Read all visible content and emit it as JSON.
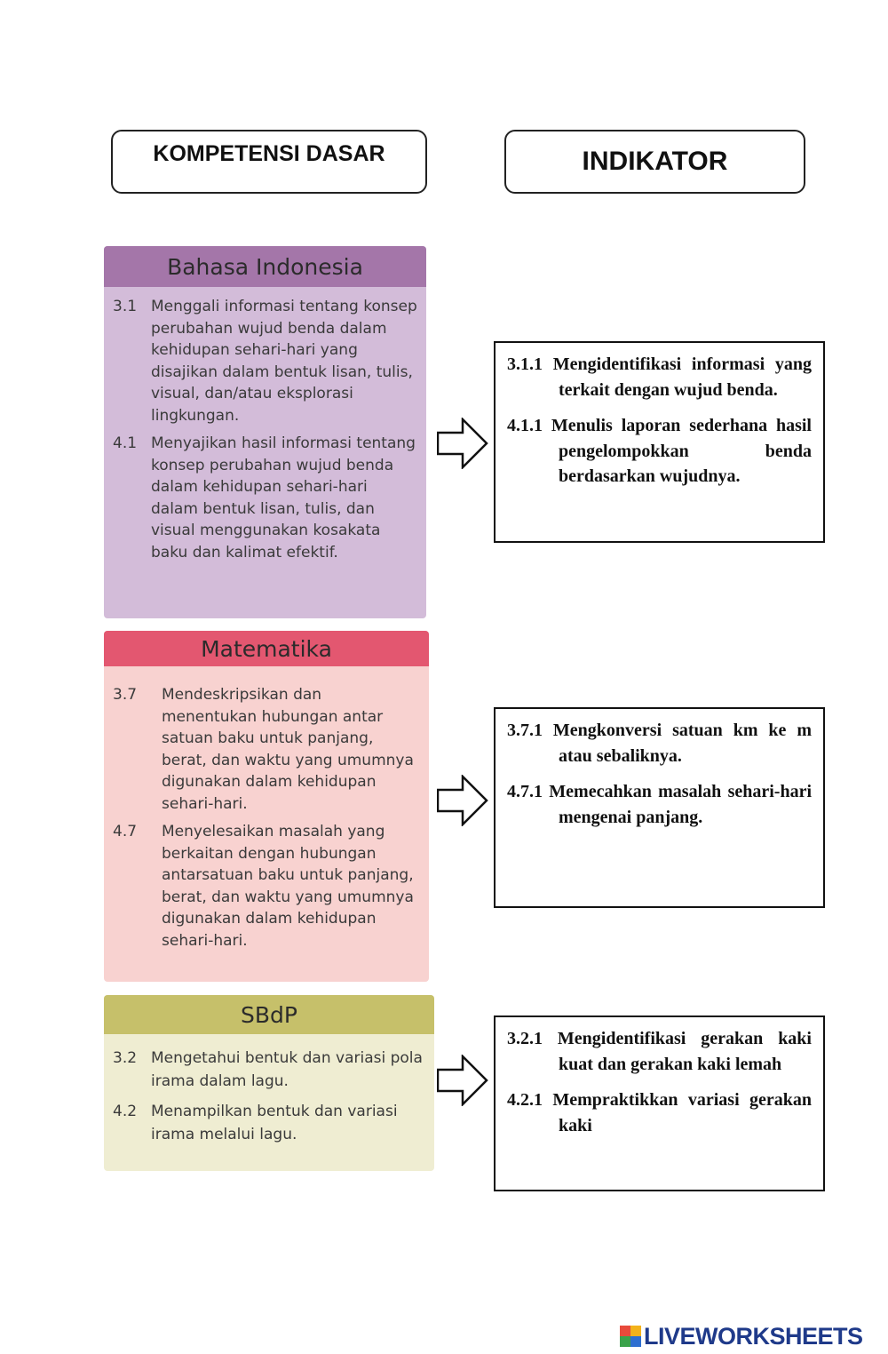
{
  "headers": {
    "kompetensi_dasar": "KOMPETENSI DASAR",
    "indikator": "INDIKATOR"
  },
  "subjects": [
    {
      "title": "Bahasa Indonesia",
      "color": "#a476a9",
      "items": [
        {
          "num": "3.1",
          "text": "Menggali informasi tentang konsep perubahan wujud benda dalam kehidupan sehari-hari yang disajikan dalam bentuk lisan, tulis, visual, dan/atau eksplorasi lingkungan."
        },
        {
          "num": "4.1",
          "text": "Menyajikan hasil informasi tentang konsep perubahan wujud benda dalam kehidupan sehari-hari dalam bentuk lisan, tulis, dan visual menggunakan kosakata baku dan kalimat efektif."
        }
      ]
    },
    {
      "title": "Matematika",
      "color": "#e35770",
      "items": [
        {
          "num": "3.7",
          "text": "Mendeskripsikan dan menentukan hubungan antar satuan baku untuk panjang, berat, dan waktu yang umumnya digunakan dalam kehidupan sehari-hari."
        },
        {
          "num": "4.7",
          "text": "Menyelesaikan masalah yang berkaitan dengan hubungan antarsatuan baku untuk panjang, berat, dan waktu yang umumnya digunakan dalam kehidupan sehari-hari."
        }
      ]
    },
    {
      "title": "SBdP",
      "color": "#c6c06a",
      "items": [
        {
          "num": "3.2",
          "text": "Mengetahui bentuk dan variasi pola irama dalam lagu."
        },
        {
          "num": "4.2",
          "text": "Menampilkan bentuk dan variasi irama melalui lagu."
        }
      ]
    }
  ],
  "indicators": [
    [
      "3.1.1 Mengidentifikasi informasi yang terkait dengan wujud benda.",
      "4.1.1 Menulis laporan sederhana hasil pengelompokkan benda berdasarkan wujudnya."
    ],
    [
      "3.7.1 Mengkonversi satuan km ke m atau sebaliknya.",
      "4.7.1 Memecahkan masalah sehari-hari mengenai panjang."
    ],
    [
      "3.2.1 Mengidentifikasi gerakan kaki kuat dan gerakan kaki lemah",
      "4.2.1 Mempraktikkan variasi gerakan kaki"
    ]
  ],
  "arrow_icon": "right-outline-arrow-icon",
  "footer": {
    "logo_text": "LIVEWORKSHEETS",
    "logo_color": "#1f3a8a"
  }
}
